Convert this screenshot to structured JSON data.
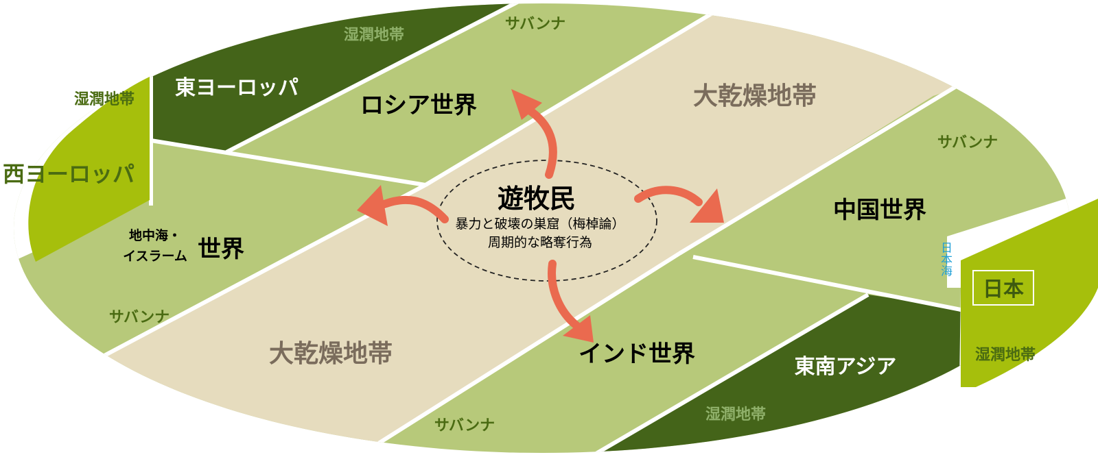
{
  "colors": {
    "savanna": "#b7c97a",
    "dry": "#e6dcbe",
    "wet_dark": "#446419",
    "wet_light": "#a6bf0c",
    "border": "#ffffff",
    "arrow": "#ea6a4f",
    "text_dark": "#000000",
    "text_wet_dark": "#8fb06a",
    "text_wet_light": "#4a6b12",
    "text_savanna": "#4a6b12",
    "text_dry": "#7a6c5c",
    "text_sea": "#1e9fd6"
  },
  "zones": {
    "west_wet": "湿潤地帯",
    "north_wet": "湿潤地帯",
    "north_savanna": "サバンナ",
    "center_dry": "大乾燥地帯",
    "east_savanna": "サバンナ",
    "sw_savanna": "サバンナ",
    "south_dry": "大乾燥地帯",
    "south_savanna": "サバンナ",
    "south_wet": "湿潤地帯",
    "japan_wet": "湿潤地帯"
  },
  "regions": {
    "west_europe": "西ヨーロッパ",
    "east_europe": "東ヨーロッパ",
    "russia": "ロシア世界",
    "china": "中国世界",
    "mediterranean_small_1": "地中海・",
    "mediterranean_small_2": "イスラーム",
    "mediterranean_world": "世界",
    "india": "インド世界",
    "southeast_asia": "東南アジア",
    "japan": "日本",
    "sea_of_japan": "日本海"
  },
  "nomads": {
    "title": "遊牧民",
    "line1": "暴力と破壊の巣窟（梅棹論）",
    "line2": "周期的な略奪行為"
  }
}
